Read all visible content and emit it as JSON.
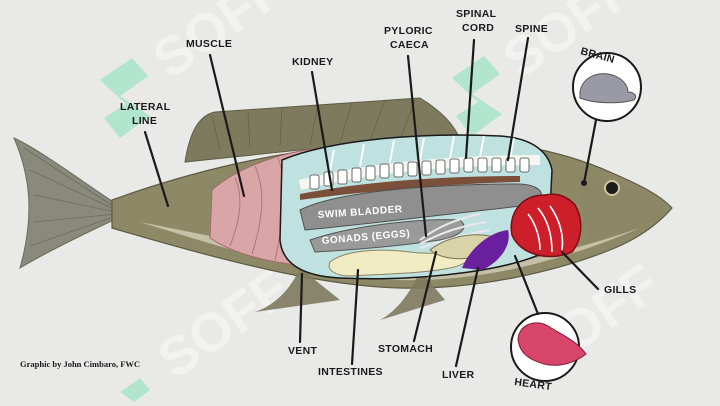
{
  "labels": {
    "lateral_line": [
      "LATERAL",
      "LINE"
    ],
    "muscle": "MUSCLE",
    "kidney": "KIDNEY",
    "pyloric_caeca": [
      "PYLORIC",
      "CAECA"
    ],
    "spinal_cord": [
      "SPINAL",
      "CORD"
    ],
    "spine": "SPINE",
    "brain": "BRAIN",
    "gills": "GILLS",
    "heart": "HEART",
    "liver": "LIVER",
    "stomach": "STOMACH",
    "intestines": "INTESTINES",
    "vent": "VENT",
    "swim_bladder": "SWIM BLADDER",
    "gonads": "GONADS (EGGS)"
  },
  "credit": "Graphic by John Cimbaro, FWC",
  "watermark": "SOFF",
  "colors": {
    "body": "#8d8866",
    "belly": "#cfcbb2",
    "cavity": "#bfe2e0",
    "muscle": "#d9a5a6",
    "swim_bladder": "#8f8f8f",
    "gills": "#cc1f2a",
    "liver": "#6a1f9e",
    "heart": "#d8456a",
    "intestines": "#f1ecc4",
    "watermark_green": "#9fe3c4"
  }
}
